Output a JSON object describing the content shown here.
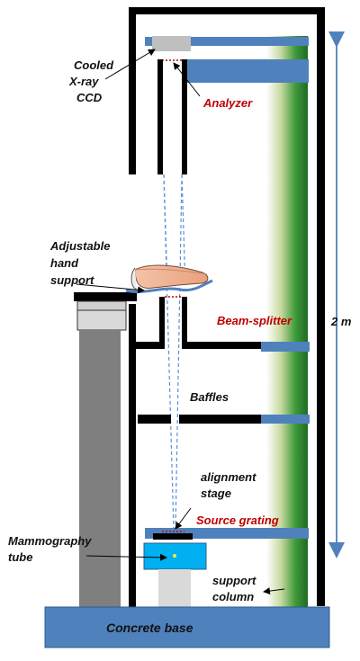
{
  "labels": {
    "ccd_line1": "Cooled",
    "ccd_line2": "X-ray",
    "ccd_line3": "CCD",
    "analyzer": "Analyzer",
    "hand_line1": "Adjustable",
    "hand_line2": "hand",
    "hand_line3": "support",
    "beam_splitter": "Beam-splitter",
    "baffles": "Baffles",
    "alignment_line1": "alignment",
    "alignment_line2": "stage",
    "source_grating": "Source grating",
    "mammo_line1": "Mammography",
    "mammo_line2": "tube",
    "support_line1": "support",
    "support_line2": "column",
    "concrete_base": "Concrete base",
    "height": "2 m"
  },
  "colors": {
    "frame": "#000000",
    "plate_blue": "#4f81bd",
    "base_blue": "#4f81bd",
    "column_gray": "#7f7f7f",
    "tube_cyan": "#00b0f0",
    "beam_dash": "#5b8fd6",
    "label_red": "#c00000",
    "arrow_blue": "#4f81bd",
    "column_green_dark": "#1e6b23",
    "column_green_light": "#ffffff"
  },
  "icons": {
    "hand": "hand-icon"
  }
}
